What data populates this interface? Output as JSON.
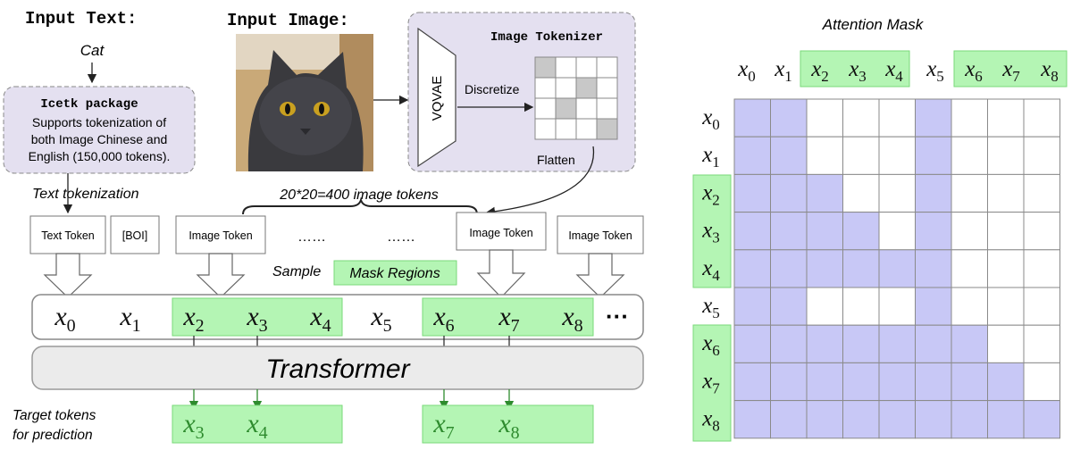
{
  "input_text": {
    "heading": "Input Text:",
    "word": "Cat"
  },
  "icetk": {
    "title": "Icetk package",
    "lines": [
      "Supports tokenization of",
      "both Image Chinese and",
      "English (150,000 tokens)."
    ]
  },
  "text_tokenization_label": "Text tokenization",
  "input_image": {
    "heading": "Input Image:"
  },
  "tokenizer": {
    "title": "Image Tokenizer",
    "vqvae": "VQVAE",
    "discretize": "Discretize",
    "flatten": "Flatten"
  },
  "image_tokens_label": "20*20=400 image tokens",
  "token_boxes": [
    "Text Token",
    "[BOI]",
    "Image Token",
    "Image Token",
    "Image Token"
  ],
  "ellipses": [
    "……",
    "……"
  ],
  "sample": {
    "prefix": "Sample",
    "highlight": "Mask Regions"
  },
  "sequence": {
    "tokens": [
      "x0",
      "x1",
      "x2",
      "x3",
      "x4",
      "x5",
      "x6",
      "x7",
      "x8"
    ],
    "trailing": "···"
  },
  "transformer_label": "Transformer",
  "targets": {
    "label_lines": [
      "Target tokens",
      "for prediction"
    ],
    "tokens": [
      "x3",
      "x4",
      "x7",
      "x8"
    ]
  },
  "attention": {
    "title": "Attention Mask",
    "tokens": [
      "x0",
      "x1",
      "x2",
      "x3",
      "x4",
      "x5",
      "x6",
      "x7",
      "x8"
    ],
    "masked_tokens": [
      "x2",
      "x3",
      "x4",
      "x6",
      "x7",
      "x8"
    ],
    "matrix": [
      [
        1,
        1,
        0,
        0,
        0,
        1,
        0,
        0,
        0
      ],
      [
        1,
        1,
        0,
        0,
        0,
        1,
        0,
        0,
        0
      ],
      [
        1,
        1,
        1,
        0,
        0,
        1,
        0,
        0,
        0
      ],
      [
        1,
        1,
        1,
        1,
        0,
        1,
        0,
        0,
        0
      ],
      [
        1,
        1,
        1,
        1,
        1,
        1,
        0,
        0,
        0
      ],
      [
        1,
        1,
        0,
        0,
        0,
        1,
        0,
        0,
        0
      ],
      [
        1,
        1,
        1,
        1,
        1,
        1,
        1,
        0,
        0
      ],
      [
        1,
        1,
        1,
        1,
        1,
        1,
        1,
        1,
        0
      ],
      [
        1,
        1,
        1,
        1,
        1,
        1,
        1,
        1,
        1
      ]
    ]
  },
  "colors": {
    "green": "#b4f5b4",
    "green_stroke": "#7ad97a",
    "purple": "#c8c8f6",
    "panel_purple": "#e4e0f0",
    "arrow_green": "#2e8b2e",
    "grid_line": "#8a8a8a"
  }
}
